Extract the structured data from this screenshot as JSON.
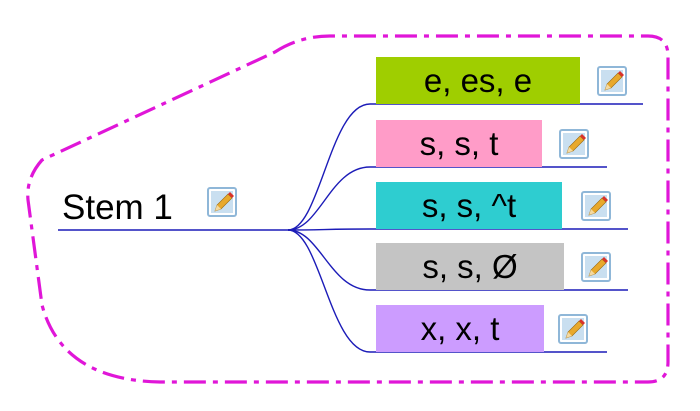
{
  "colors": {
    "border": "#e016d8",
    "connector": "#1c1cb8",
    "icon_frame": "#8fb7d8",
    "icon_fill": "#c9dff0",
    "pencil_body": "#e8a92c",
    "pencil_tip": "#d9322b"
  },
  "root": {
    "label": "Stem 1",
    "icon": "edit-note-icon"
  },
  "branches": [
    {
      "label": "e, es, e",
      "color": "#9fce00",
      "icon": "edit-note-icon"
    },
    {
      "label": "s, s, t",
      "color": "#ff9cc8",
      "icon": "edit-note-icon"
    },
    {
      "label": "s, s, ^t",
      "color": "#2ecdd0",
      "icon": "edit-note-icon"
    },
    {
      "label": "s, s, Ø",
      "color": "#c4c4c4",
      "icon": "edit-note-icon"
    },
    {
      "label": "x, x, t",
      "color": "#cc9cff",
      "icon": "edit-note-icon"
    }
  ]
}
